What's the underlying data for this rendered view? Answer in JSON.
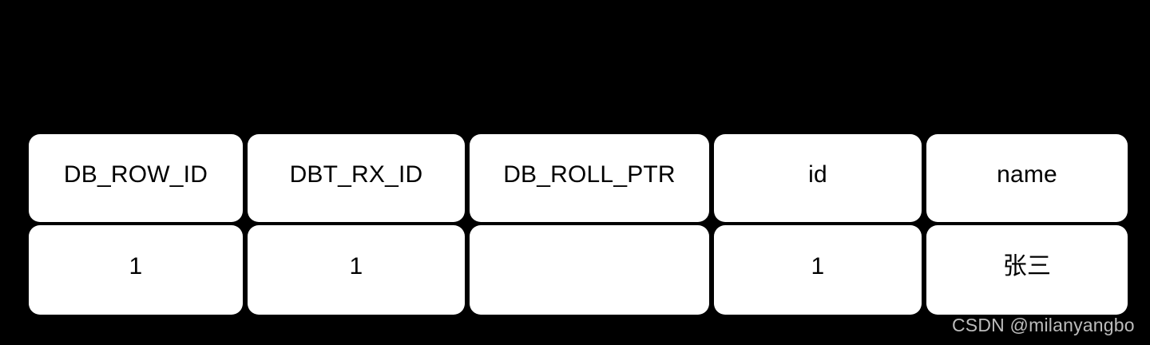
{
  "diagram": {
    "type": "record-layout-table",
    "background_color": "#000000",
    "cell_color": "#ffffff",
    "text_color": "#000000",
    "columns": [
      "DB_ROW_ID",
      "DBT_RX_ID",
      "DB_ROLL_PTR",
      "id",
      "name"
    ],
    "rows": [
      {
        "cells": [
          "1",
          "1",
          "",
          "1",
          "张三"
        ]
      }
    ]
  },
  "watermark": {
    "text": "CSDN @milanyangbo",
    "color": "#d6d6d6"
  }
}
